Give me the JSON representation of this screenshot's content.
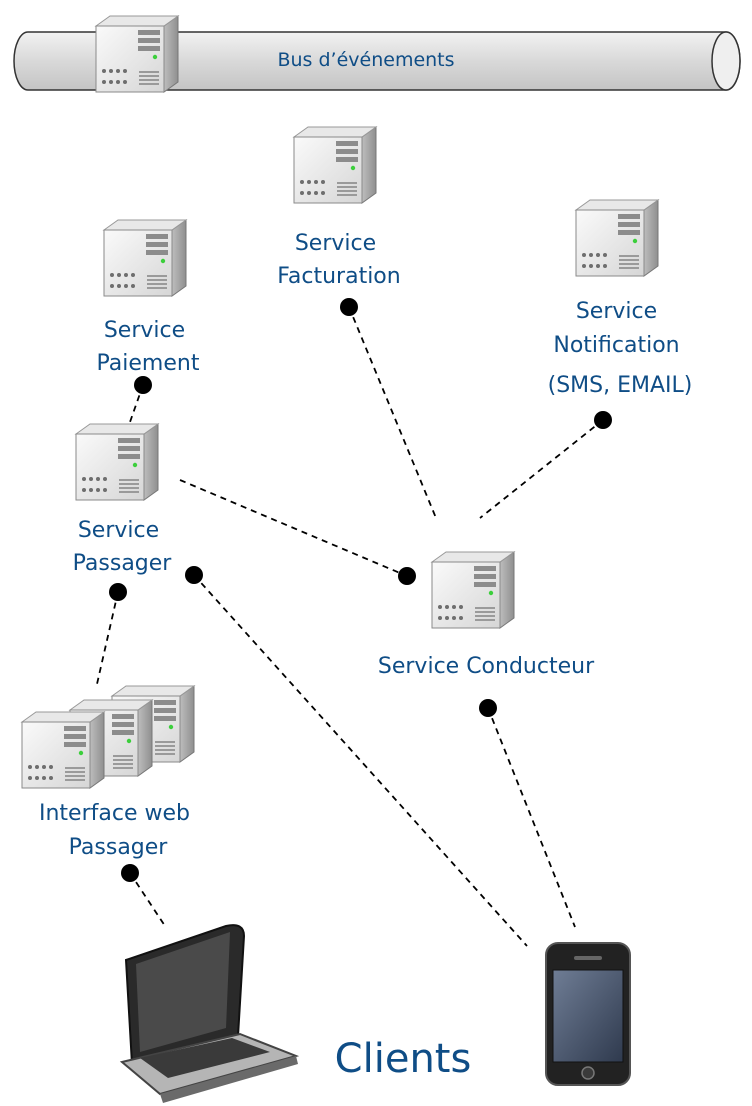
{
  "bus": {
    "label": "Bus d’événements"
  },
  "services": {
    "facturation": [
      "Service",
      "Facturation"
    ],
    "paiement": [
      "Service",
      "Paiement"
    ],
    "notification": [
      "Service",
      "Notification",
      "(SMS, EMAIL)"
    ],
    "passager": [
      "Service",
      "Passager"
    ],
    "conducteur": [
      "Service Conducteur"
    ],
    "interface_web": [
      "Interface web",
      "Passager"
    ]
  },
  "clients": {
    "label": "Clients"
  },
  "colors": {
    "label_text": "#0f4d86",
    "connector": "#000000",
    "bus_fill": "#e2e2e2",
    "bus_stroke": "#333333"
  },
  "icons": {
    "server": "server-icon",
    "server_cluster": "server-cluster-icon",
    "laptop": "laptop-icon",
    "smartphone": "smartphone-icon"
  }
}
